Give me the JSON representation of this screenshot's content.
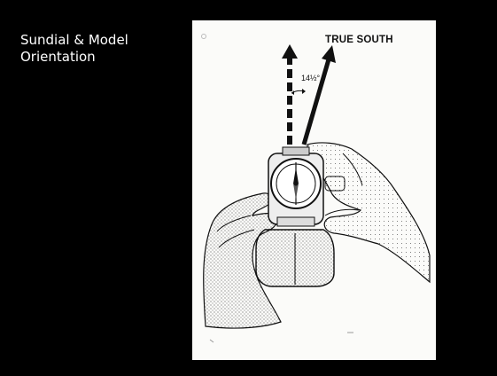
{
  "slide": {
    "title": "Sundial & Model\nOrientation",
    "background_color": "#000000"
  },
  "illustration": {
    "label_true_south": "TRUE SOUTH",
    "angle_label": "14½°",
    "paper_color": "#fbfbf9",
    "ink_color": "#111111",
    "icons": [
      "arrow-up-icon",
      "compass-icon",
      "hands-icon"
    ]
  }
}
